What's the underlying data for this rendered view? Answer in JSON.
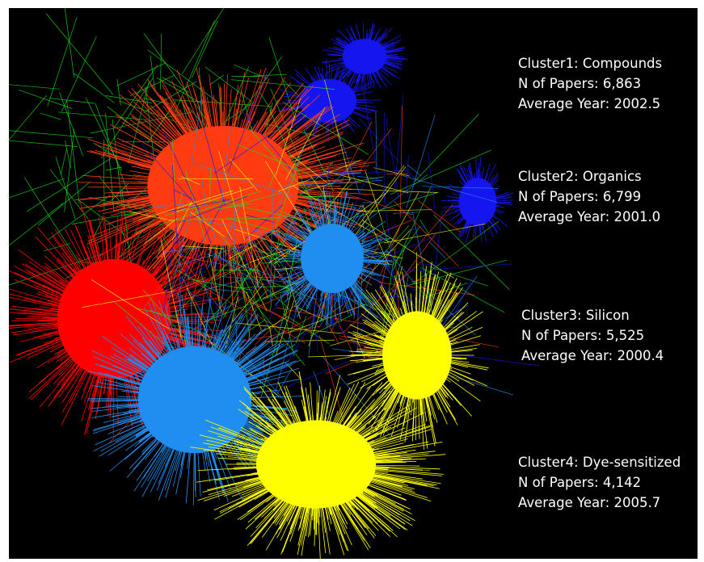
{
  "background_color": "#000000",
  "clusters": [
    {
      "name": "Cluster1: Compounds",
      "papers": "N of Papers: 6,863",
      "year": "Average Year: 2002.5",
      "color": "#1515f0"
    },
    {
      "name": "Cluster2: Organics",
      "papers": "N of Papers: 6,799",
      "year": "Average Year: 2001.0",
      "color": "#ff3b12"
    },
    {
      "name": "Cluster3: Silicon",
      "papers": "N of Papers: 5,525",
      "year": "Average Year: 2000.4",
      "color": "#1f8ef0"
    },
    {
      "name": "Cluster4: Dye-sensitized",
      "papers": "N of Papers: 4,142",
      "year": "Average Year: 2005.7",
      "color": "#ffff00"
    }
  ],
  "other_colors": {
    "red": "#ff0000",
    "green": "#18e51a",
    "orange": "#ff5a10"
  }
}
